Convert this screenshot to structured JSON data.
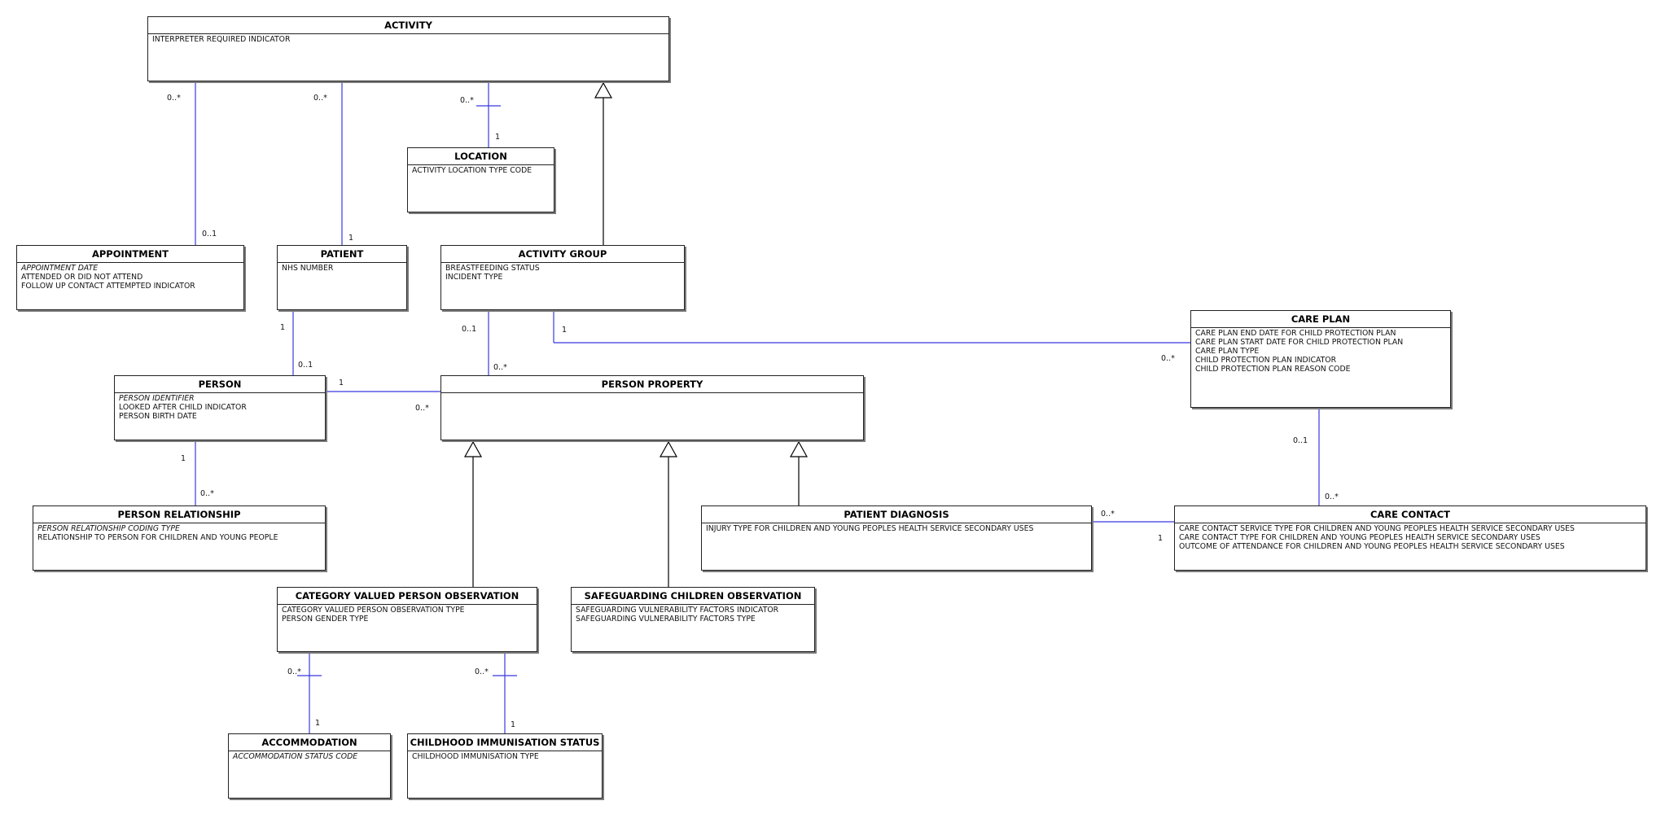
{
  "colors": {
    "association": "#3838e0",
    "generalization": "#000000",
    "border": "#222222",
    "shadow": "#7a7a7a"
  },
  "entities": {
    "activity": {
      "title": "ACTIVITY",
      "attributes": [
        {
          "text": "INTERPRETER REQUIRED INDICATOR",
          "key": false
        }
      ]
    },
    "location": {
      "title": "LOCATION",
      "attributes": [
        {
          "text": "ACTIVITY LOCATION TYPE CODE",
          "key": false
        }
      ]
    },
    "appointment": {
      "title": "APPOINTMENT",
      "attributes": [
        {
          "text": "APPOINTMENT DATE",
          "key": true
        },
        {
          "text": "ATTENDED OR DID NOT ATTEND",
          "key": false
        },
        {
          "text": "FOLLOW UP CONTACT ATTEMPTED INDICATOR",
          "key": false
        }
      ]
    },
    "patient": {
      "title": "PATIENT",
      "attributes": [
        {
          "text": "NHS NUMBER",
          "key": false
        }
      ]
    },
    "activity_group": {
      "title": "ACTIVITY GROUP",
      "attributes": [
        {
          "text": "BREASTFEEDING STATUS",
          "key": false
        },
        {
          "text": "INCIDENT TYPE",
          "key": false
        }
      ]
    },
    "care_plan": {
      "title": "CARE PLAN",
      "attributes": [
        {
          "text": "CARE PLAN END DATE FOR CHILD PROTECTION PLAN",
          "key": false
        },
        {
          "text": "CARE PLAN START DATE FOR CHILD PROTECTION PLAN",
          "key": false
        },
        {
          "text": "CARE PLAN TYPE",
          "key": false
        },
        {
          "text": "CHILD PROTECTION PLAN INDICATOR",
          "key": false
        },
        {
          "text": "CHILD PROTECTION PLAN REASON CODE",
          "key": false
        }
      ]
    },
    "person": {
      "title": "PERSON",
      "attributes": [
        {
          "text": "PERSON IDENTIFIER",
          "key": true
        },
        {
          "text": "LOOKED AFTER CHILD INDICATOR",
          "key": false
        },
        {
          "text": "PERSON BIRTH DATE",
          "key": false
        }
      ]
    },
    "person_property": {
      "title": "PERSON PROPERTY",
      "attributes": []
    },
    "person_relationship": {
      "title": "PERSON RELATIONSHIP",
      "attributes": [
        {
          "text": "PERSON RELATIONSHIP CODING TYPE",
          "key": true
        },
        {
          "text": "RELATIONSHIP TO PERSON FOR CHILDREN AND YOUNG PEOPLE",
          "key": false
        }
      ]
    },
    "patient_diagnosis": {
      "title": "PATIENT DIAGNOSIS",
      "attributes": [
        {
          "text": "INJURY TYPE FOR CHILDREN AND YOUNG PEOPLES HEALTH SERVICE SECONDARY USES",
          "key": false
        }
      ]
    },
    "care_contact": {
      "title": "CARE CONTACT",
      "attributes": [
        {
          "text": "CARE CONTACT SERVICE TYPE FOR CHILDREN AND YOUNG PEOPLES HEALTH SERVICE SECONDARY USES",
          "key": false
        },
        {
          "text": "CARE CONTACT TYPE FOR CHILDREN AND YOUNG PEOPLES HEALTH SERVICE SECONDARY USES",
          "key": false
        },
        {
          "text": "OUTCOME OF ATTENDANCE FOR CHILDREN AND YOUNG PEOPLES HEALTH SERVICE SECONDARY USES",
          "key": false
        }
      ]
    },
    "category_valued_person_observation": {
      "title": "CATEGORY VALUED PERSON OBSERVATION",
      "attributes": [
        {
          "text": "CATEGORY VALUED PERSON OBSERVATION TYPE",
          "key": false
        },
        {
          "text": "PERSON GENDER TYPE",
          "key": false
        }
      ]
    },
    "safeguarding_children_observation": {
      "title": "SAFEGUARDING CHILDREN OBSERVATION",
      "attributes": [
        {
          "text": "SAFEGUARDING VULNERABILITY FACTORS INDICATOR",
          "key": false
        },
        {
          "text": "SAFEGUARDING VULNERABILITY FACTORS TYPE",
          "key": false
        }
      ]
    },
    "accommodation": {
      "title": "ACCOMMODATION",
      "attributes": [
        {
          "text": "ACCOMMODATION STATUS CODE",
          "key": true
        }
      ]
    },
    "childhood_immunisation_status": {
      "title": "CHILDHOOD IMMUNISATION STATUS",
      "attributes": [
        {
          "text": "CHILDHOOD IMMUNISATION TYPE",
          "key": false
        }
      ]
    }
  },
  "associations": [
    {
      "id": "activity-appointment",
      "mult": [
        "0..*",
        "0..1"
      ]
    },
    {
      "id": "activity-patient",
      "mult": [
        "0..*",
        "1"
      ]
    },
    {
      "id": "activity-location",
      "mult": [
        "0..*",
        "1"
      ]
    },
    {
      "id": "patient-person",
      "mult": [
        "1",
        "0..1"
      ]
    },
    {
      "id": "activitygroup-personproperty",
      "mult": [
        "0..1",
        "0..*"
      ]
    },
    {
      "id": "activitygroup-careplan",
      "mult": [
        "1",
        "0..*"
      ]
    },
    {
      "id": "person-personproperty",
      "mult": [
        "1",
        "0..*"
      ]
    },
    {
      "id": "person-personrelationship",
      "mult": [
        "1",
        "0..*"
      ]
    },
    {
      "id": "careplan-carecontact",
      "mult": [
        "0..1",
        "0..*"
      ]
    },
    {
      "id": "patientdiagnosis-carecontact",
      "mult": [
        "0..*",
        "1"
      ]
    },
    {
      "id": "cvpo-accommodation",
      "mult": [
        "0..*",
        "1"
      ]
    },
    {
      "id": "cvpo-immunisation",
      "mult": [
        "0..*",
        "1"
      ]
    }
  ]
}
